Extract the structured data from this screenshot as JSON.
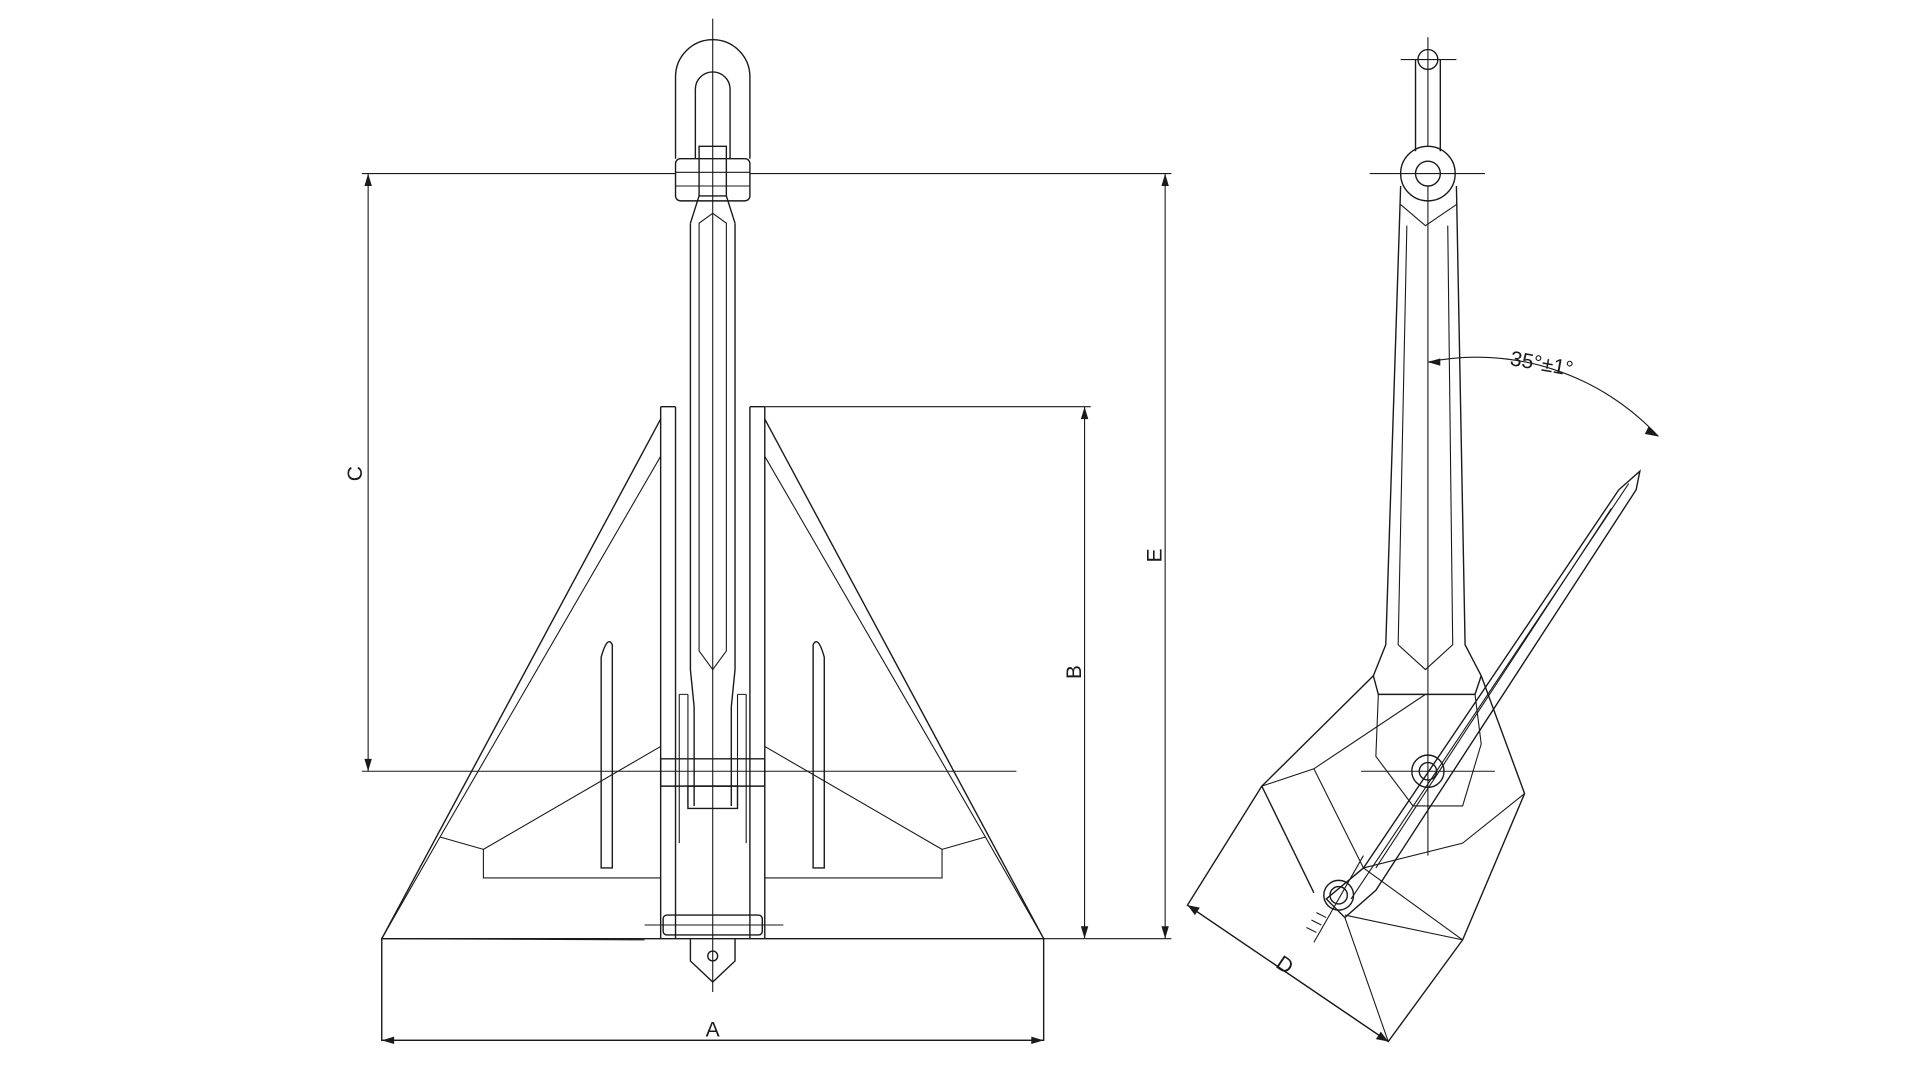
{
  "colors": {
    "line": "#1a1a1a",
    "dim": "#1a1a1a",
    "background": "#ffffff"
  },
  "views": {
    "front": {
      "dimensions": {
        "a": "A",
        "b": "B",
        "c": "C",
        "e": "E"
      }
    },
    "side": {
      "dimensions": {
        "d": "D"
      },
      "angle_label": "35°±1°"
    }
  }
}
